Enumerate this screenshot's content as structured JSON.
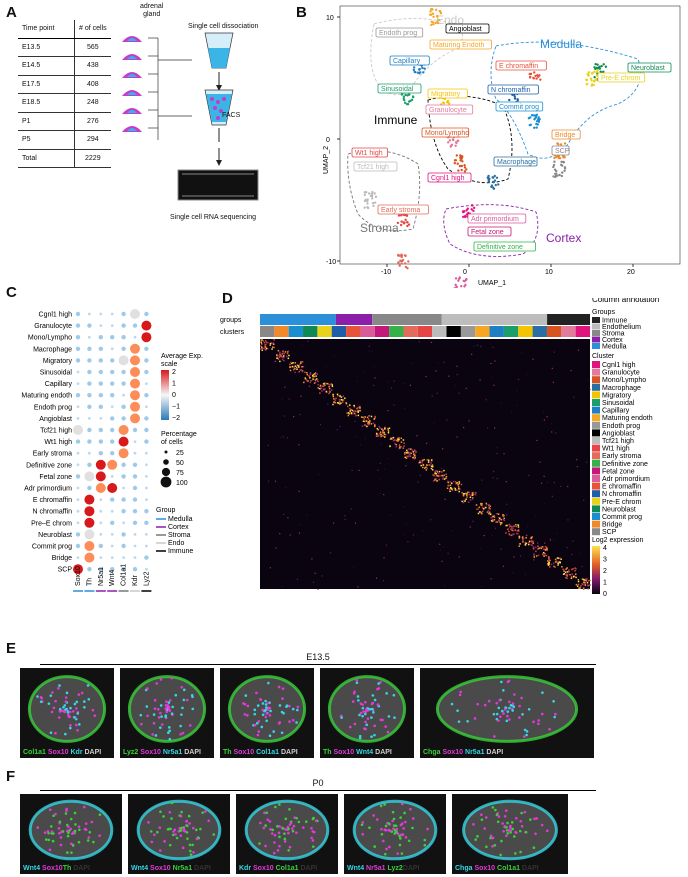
{
  "panels": {
    "a": "A",
    "b": "B",
    "c": "C",
    "d": "D",
    "e": "E",
    "f": "F"
  },
  "panel_a": {
    "headers": [
      "Time point",
      "# of cells"
    ],
    "rows": [
      [
        "E13.5",
        "565"
      ],
      [
        "E14.5",
        "438"
      ],
      [
        "E17.5",
        "408"
      ],
      [
        "E18.5",
        "248"
      ],
      [
        "P1",
        "276"
      ],
      [
        "P5",
        "294"
      ],
      [
        "Total",
        "2229"
      ]
    ],
    "gland_label": "adrenal\ngland",
    "steps": [
      "Single cell dissociation",
      "FACS",
      "Single cell RNA sequencing"
    ]
  },
  "panel_b": {
    "xlabel": "UMAP_1",
    "ylabel": "UMAP_2",
    "xticks": [
      "-10",
      "0",
      "10",
      "20"
    ],
    "yticks": [
      "10",
      "0",
      "-10"
    ],
    "groups": [
      {
        "name": "Endo",
        "color": "#c9c9c9"
      },
      {
        "name": "Medulla",
        "color": "#2b8fd9"
      },
      {
        "name": "Immune",
        "color": "#000000"
      },
      {
        "name": "Stroma",
        "color": "#777777"
      },
      {
        "name": "Cortex",
        "color": "#8b1fa9"
      }
    ],
    "clusters": [
      {
        "name": "Angioblast",
        "color": "#000000"
      },
      {
        "name": "Endoth prog",
        "color": "#999999"
      },
      {
        "name": "Maturing Endoth",
        "color": "#f5a623"
      },
      {
        "name": "Capillary",
        "color": "#1f7fc4"
      },
      {
        "name": "Sinusoidal",
        "color": "#1a9e6a"
      },
      {
        "name": "Migratory",
        "color": "#f2c500"
      },
      {
        "name": "Granulocyte",
        "color": "#e27a9b"
      },
      {
        "name": "Mono/Lympho",
        "color": "#d9531e"
      },
      {
        "name": "Macrophage",
        "color": "#2a6fa3"
      },
      {
        "name": "Cgnl1 high",
        "color": "#e0147d"
      },
      {
        "name": "Tcf21 high",
        "color": "#bbbbbb"
      },
      {
        "name": "Wt1 high",
        "color": "#e64545"
      },
      {
        "name": "Early stroma",
        "color": "#e26b5b"
      },
      {
        "name": "E chromaffin",
        "color": "#e8523a"
      },
      {
        "name": "N chromaffin",
        "color": "#1f5ea8"
      },
      {
        "name": "Commit prog",
        "color": "#1a8fcf"
      },
      {
        "name": "Neuroblast",
        "color": "#0d8a55"
      },
      {
        "name": "Pre-E chrom",
        "color": "#e8d21a"
      },
      {
        "name": "Bridge",
        "color": "#f0892a"
      },
      {
        "name": "SCP",
        "color": "#888888"
      },
      {
        "name": "Adr primordium",
        "color": "#d95c9a"
      },
      {
        "name": "Fetal zone",
        "color": "#c2187a"
      },
      {
        "name": "Definitive zone",
        "color": "#33b24a"
      }
    ]
  },
  "panel_c": {
    "rows": [
      "Cgnl1 high",
      "Granulocyte",
      "Mono/Lympho",
      "Macrophage",
      "Migratory",
      "Sinusoidal",
      "Capillary",
      "Maturing endoth",
      "Endoth prog",
      "Angioblast",
      "Tcf21 high",
      "Wt1 high",
      "Early stroma",
      "Definitive zone",
      "Fetal zone",
      "Adr primordium",
      "E chromaffin",
      "N chromaffin",
      "Pre–E chrom",
      "Neuroblast",
      "Commit prog",
      "Bridge",
      "SCP"
    ],
    "genes": [
      "Sox10",
      "Th",
      "Nr5a1",
      "Wnt4",
      "Col1a1",
      "Kdr",
      "Lyz2"
    ],
    "legend_title": "Average Exp.\nscale",
    "scale_ticks": [
      "2",
      "1",
      "0",
      "−1",
      "−2"
    ],
    "pct_title": "Percentage\nof cells",
    "pct_values": [
      "25",
      "50",
      "75",
      "100"
    ],
    "group_title": "Group",
    "group_items": [
      {
        "name": "Medulla",
        "color": "#2b8fd9"
      },
      {
        "name": "Cortex",
        "color": "#8b1fa9"
      },
      {
        "name": "Stroma",
        "color": "#777777"
      },
      {
        "name": "Endo",
        "color": "#c9c9c9"
      },
      {
        "name": "Immune",
        "color": "#000000"
      }
    ]
  },
  "panel_d": {
    "row_labels": [
      "groups",
      "clusters"
    ],
    "annotation_title": "Column annotation",
    "groups_title": "Groups",
    "groups": [
      {
        "name": "Immune",
        "color": "#222222"
      },
      {
        "name": "Endothelium",
        "color": "#bdbdbd"
      },
      {
        "name": "Stroma",
        "color": "#888888"
      },
      {
        "name": "Cortex",
        "color": "#8b1fa9"
      },
      {
        "name": "Medulla",
        "color": "#2b8fd9"
      }
    ],
    "cluster_title": "Cluster",
    "cluster_items": [
      {
        "name": "Cgnl1 high",
        "color": "#e0147d"
      },
      {
        "name": "Granulocyte",
        "color": "#e27a9b"
      },
      {
        "name": "Mono/Lympho",
        "color": "#d9531e"
      },
      {
        "name": "Macrophage",
        "color": "#2a6fa3"
      },
      {
        "name": "Migratory",
        "color": "#f2c500"
      },
      {
        "name": "Sinusoidal",
        "color": "#1a9e6a"
      },
      {
        "name": "Capillary",
        "color": "#1f7fc4"
      },
      {
        "name": "Maturing endoth",
        "color": "#f5a623"
      },
      {
        "name": "Endoth prog",
        "color": "#999999"
      },
      {
        "name": "Angioblast",
        "color": "#000000"
      },
      {
        "name": "Tcf21 high",
        "color": "#bbbbbb"
      },
      {
        "name": "Wt1 high",
        "color": "#e64545"
      },
      {
        "name": "Early stroma",
        "color": "#e26b5b"
      },
      {
        "name": "Definitive zone",
        "color": "#33b24a"
      },
      {
        "name": "Fetal zone",
        "color": "#c2187a"
      },
      {
        "name": "Adr primordium",
        "color": "#d95c9a"
      },
      {
        "name": "E chromaffin",
        "color": "#e8523a"
      },
      {
        "name": "N chromaffin",
        "color": "#1f5ea8"
      },
      {
        "name": "Pre-E chrom",
        "color": "#e8d21a"
      },
      {
        "name": "Neuroblast",
        "color": "#0d8a55"
      },
      {
        "name": "Commit prog",
        "color": "#1a8fcf"
      },
      {
        "name": "Bridge",
        "color": "#f0892a"
      },
      {
        "name": "SCP",
        "color": "#888888"
      }
    ],
    "expr_title": "Log2 expression",
    "expr_ticks": [
      "4",
      "3",
      "2",
      "1",
      "0"
    ]
  },
  "panel_e": {
    "title": "E13.5",
    "images": [
      [
        {
          "t": "Col1a1",
          "c": "#3ad13a"
        },
        {
          "t": " Sox10",
          "c": "#e23ad9"
        },
        {
          "t": " Kdr",
          "c": "#36d6e6"
        },
        {
          "t": " DAPI",
          "c": "#cccccc"
        }
      ],
      [
        {
          "t": "Lyz2",
          "c": "#3ad13a"
        },
        {
          "t": " Sox10",
          "c": "#e23ad9"
        },
        {
          "t": " Nr5a1",
          "c": "#36d6e6"
        },
        {
          "t": " DAPI",
          "c": "#cccccc"
        }
      ],
      [
        {
          "t": "Th",
          "c": "#3ad13a"
        },
        {
          "t": " Sox10",
          "c": "#e23ad9"
        },
        {
          "t": " Col1a1",
          "c": "#36d6e6"
        },
        {
          "t": " DAPI",
          "c": "#cccccc"
        }
      ],
      [
        {
          "t": "Th",
          "c": "#3ad13a"
        },
        {
          "t": " Sox10",
          "c": "#e23ad9"
        },
        {
          "t": " Wnt4",
          "c": "#36d6e6"
        },
        {
          "t": " DAPI",
          "c": "#cccccc"
        }
      ],
      [
        {
          "t": "Chga",
          "c": "#3ad13a"
        },
        {
          "t": " Sox10",
          "c": "#e23ad9"
        },
        {
          "t": " Nr5a1",
          "c": "#36d6e6"
        },
        {
          "t": " DAPI",
          "c": "#cccccc"
        }
      ]
    ]
  },
  "panel_f": {
    "title": "P0",
    "images": [
      [
        {
          "t": "Wnt4",
          "c": "#36d6e6"
        },
        {
          "t": " Sox10",
          "c": "#e23ad9"
        },
        {
          "t": "Th",
          "c": "#3ad13a"
        },
        {
          "t": " DAPI",
          "c": "#333333"
        }
      ],
      [
        {
          "t": "Wnt4",
          "c": "#36d6e6"
        },
        {
          "t": " Sox10",
          "c": "#e23ad9"
        },
        {
          "t": " Nr5a1",
          "c": "#3ad13a"
        },
        {
          "t": " DAPI",
          "c": "#333333"
        }
      ],
      [
        {
          "t": "Kdr",
          "c": "#36d6e6"
        },
        {
          "t": " Sox10",
          "c": "#e23ad9"
        },
        {
          "t": " Col1a1",
          "c": "#3ad13a"
        },
        {
          "t": " DAPI",
          "c": "#333333"
        }
      ],
      [
        {
          "t": "Wnt4",
          "c": "#36d6e6"
        },
        {
          "t": " Nr5a1",
          "c": "#e23ad9"
        },
        {
          "t": " Lyz2",
          "c": "#3ad13a"
        },
        {
          "t": "DAPI",
          "c": "#333333"
        }
      ],
      [
        {
          "t": "Chga",
          "c": "#36d6e6"
        },
        {
          "t": " Sox10",
          "c": "#e23ad9"
        },
        {
          "t": " Col1a1",
          "c": "#3ad13a"
        },
        {
          "t": " DAPI",
          "c": "#333333"
        }
      ]
    ]
  }
}
